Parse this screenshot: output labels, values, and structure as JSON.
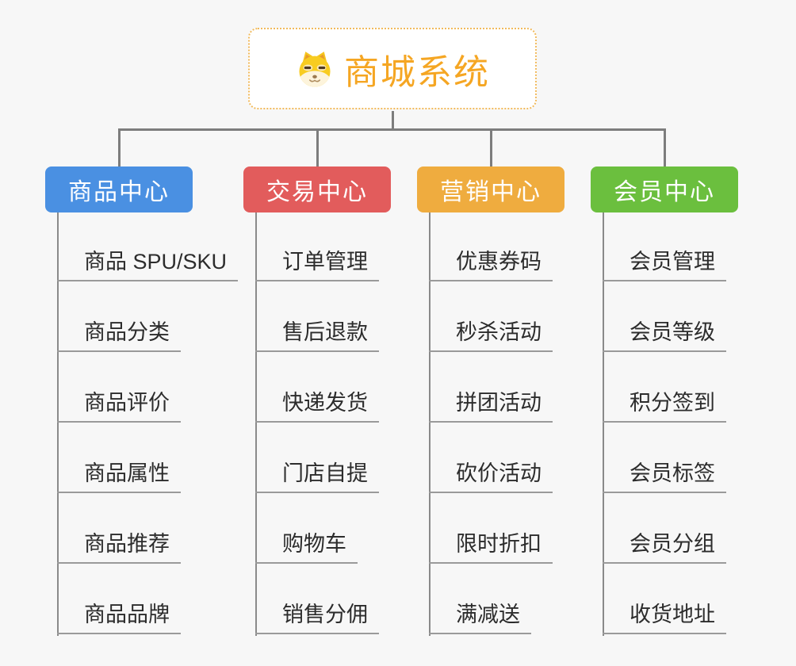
{
  "root": {
    "title": "商城系统",
    "icon": "dog-face-icon"
  },
  "branches": [
    {
      "label": "商品中心",
      "color": "#4a90e2",
      "items": [
        "商品 SPU/SKU",
        "商品分类",
        "商品评价",
        "商品属性",
        "商品推荐",
        "商品品牌"
      ]
    },
    {
      "label": "交易中心",
      "color": "#e25c5c",
      "items": [
        "订单管理",
        "售后退款",
        "快递发货",
        "门店自提",
        "购物车",
        "销售分佣"
      ]
    },
    {
      "label": "营销中心",
      "color": "#efac3f",
      "items": [
        "优惠券码",
        "秒杀活动",
        "拼团活动",
        "砍价活动",
        "限时折扣",
        "满减送"
      ]
    },
    {
      "label": "会员中心",
      "color": "#6bbf3e",
      "items": [
        "会员管理",
        "会员等级",
        "积分签到",
        "会员标签",
        "会员分组",
        "收货地址"
      ]
    }
  ],
  "colors": {
    "background": "#f7f7f7",
    "root_border": "#f1ba5c",
    "root_text": "#f5a623",
    "connector": "#7d7d7d",
    "leaf_underline": "#9a9a9a",
    "leaf_text": "#2c2c2c"
  }
}
